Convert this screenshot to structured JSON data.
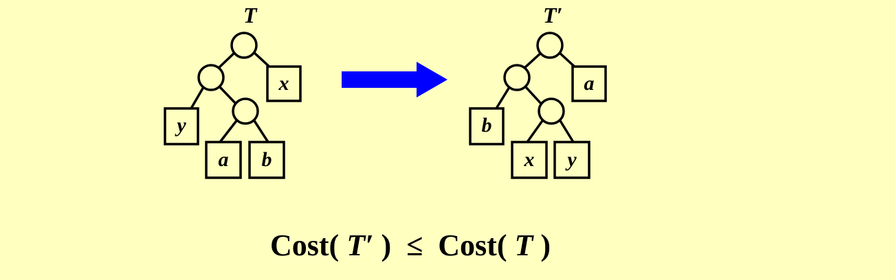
{
  "left_tree": {
    "title": "T",
    "leaves": {
      "top_right": "x",
      "left": "y",
      "bottom_left": "a",
      "bottom_right": "b"
    }
  },
  "right_tree": {
    "title": "T′",
    "leaves": {
      "top_right": "a",
      "left": "b",
      "bottom_left": "x",
      "bottom_right": "y"
    }
  },
  "arrow": {
    "color": "#0000FF"
  },
  "formula": {
    "lhs_word": "Cost(",
    "lhs_var": "T′",
    "lhs_close": ")",
    "operator": "≤",
    "rhs_word": "Cost(",
    "rhs_var": "T",
    "rhs_close": ")"
  },
  "colors": {
    "background": "#FFFFC0",
    "stroke": "#000000",
    "arrow": "#0000FF"
  }
}
